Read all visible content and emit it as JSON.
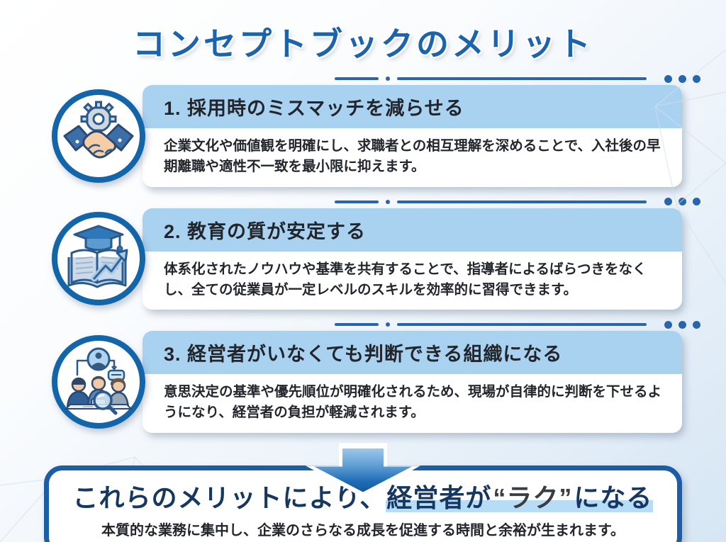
{
  "page": {
    "title": "コンセプトブックのメリット"
  },
  "colors": {
    "accent_blue": "#1b64ad",
    "circle_border": "#1365a9",
    "divider": "#2766ad",
    "card_header_bg": "#a9d2f0",
    "text_dark": "#22262c",
    "headline_navy": "#16375f",
    "highlight": "#b7dcf5",
    "box_border": "#1b5ea6"
  },
  "sections": [
    {
      "icon": "handshake-gear-icon",
      "title": "1. 採用時のミスマッチを減らせる",
      "body": "企業文化や価値観を明確にし、求職者との相互理解を深めることで、入社後の早期離職や適性不一致を最小限に抑えます。"
    },
    {
      "icon": "book-graduation-growth-icon",
      "title": "2. 教育の質が安定する",
      "body": "体系化されたノウハウや基準を共有することで、指導者によるばらつきをなくし、全ての従業員が一定レベルのスキルを効率的に習得できます。"
    },
    {
      "icon": "team-meeting-org-icon",
      "title": "3. 経営者がいなくても判断できる組織になる",
      "body": "意思決定の基準や優先順位が明確化されるため、現場が自律的に判断を下せるようになり、経営者の負担が軽減されます。"
    }
  ],
  "conclusion": {
    "headline_prefix": "これらのメリットにより、",
    "highlight_part1": "経営者が",
    "highlight_quote": "“ラク”",
    "highlight_part2": "になる",
    "subtext": "本質的な業務に集中し、企業のさらなる成長を促進する時間と余裕が生まれます。"
  }
}
